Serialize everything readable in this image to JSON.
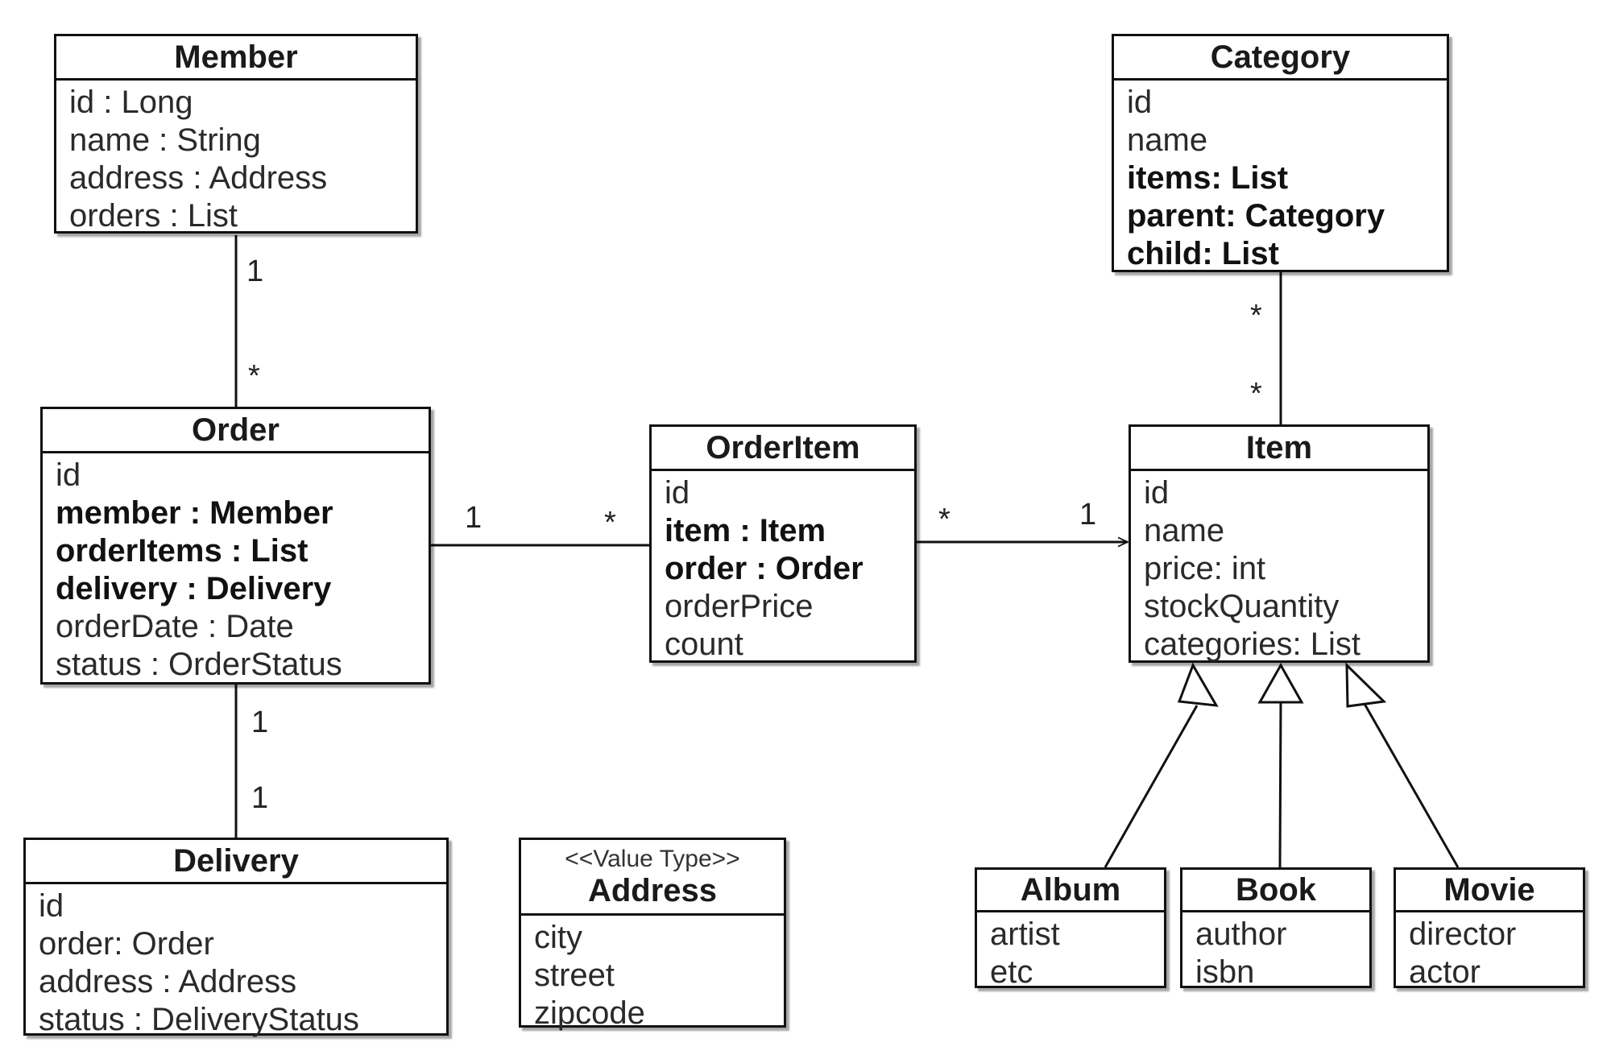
{
  "classes": {
    "member": {
      "name": "Member",
      "attrs": [
        {
          "t": "id : Long",
          "b": false
        },
        {
          "t": "name : String",
          "b": false
        },
        {
          "t": "address : Address",
          "b": false
        },
        {
          "t": "orders : List",
          "b": false
        }
      ]
    },
    "order": {
      "name": "Order",
      "attrs": [
        {
          "t": "id",
          "b": false
        },
        {
          "t": "member : Member",
          "b": true
        },
        {
          "t": "orderItems : List",
          "b": true
        },
        {
          "t": "delivery : Delivery",
          "b": true
        },
        {
          "t": "orderDate : Date",
          "b": false
        },
        {
          "t": "status : OrderStatus",
          "b": false
        }
      ]
    },
    "delivery": {
      "name": "Delivery",
      "attrs": [
        {
          "t": "id",
          "b": false
        },
        {
          "t": "order: Order",
          "b": false
        },
        {
          "t": "address : Address",
          "b": false
        },
        {
          "t": "status : DeliveryStatus",
          "b": false
        }
      ]
    },
    "address": {
      "name": "Address",
      "stereotype": "<<Value Type>>",
      "attrs": [
        {
          "t": "city",
          "b": false
        },
        {
          "t": "street",
          "b": false
        },
        {
          "t": "zipcode",
          "b": false
        }
      ]
    },
    "orderitem": {
      "name": "OrderItem",
      "attrs": [
        {
          "t": "id",
          "b": false
        },
        {
          "t": "item : Item",
          "b": true
        },
        {
          "t": "order : Order",
          "b": true
        },
        {
          "t": "orderPrice",
          "b": false
        },
        {
          "t": "count",
          "b": false
        }
      ]
    },
    "category": {
      "name": "Category",
      "attrs": [
        {
          "t": "id",
          "b": false
        },
        {
          "t": "name",
          "b": false
        },
        {
          "t": "items: List",
          "b": true
        },
        {
          "t": "parent: Category",
          "b": true
        },
        {
          "t": "child: List",
          "b": true
        }
      ]
    },
    "item": {
      "name": "Item",
      "attrs": [
        {
          "t": "id",
          "b": false
        },
        {
          "t": "name",
          "b": false
        },
        {
          "t": "price: int",
          "b": false
        },
        {
          "t": "stockQuantity",
          "b": false
        },
        {
          "t": "categories: List",
          "b": false
        }
      ]
    },
    "album": {
      "name": "Album",
      "attrs": [
        {
          "t": "artist",
          "b": false
        },
        {
          "t": "etc",
          "b": false
        }
      ]
    },
    "book": {
      "name": "Book",
      "attrs": [
        {
          "t": "author",
          "b": false
        },
        {
          "t": "isbn",
          "b": false
        }
      ]
    },
    "movie": {
      "name": "Movie",
      "attrs": [
        {
          "t": "director",
          "b": false
        },
        {
          "t": "actor",
          "b": false
        }
      ]
    }
  },
  "multiplicities": {
    "member_order_member": "1",
    "member_order_order": "*",
    "order_orderitem_order": "1",
    "order_orderitem_orderitem": "*",
    "orderitem_item_orderitem": "*",
    "orderitem_item_item": "1",
    "category_item_category": "*",
    "category_item_item": "*",
    "order_delivery_order": "1",
    "order_delivery_delivery": "1"
  }
}
